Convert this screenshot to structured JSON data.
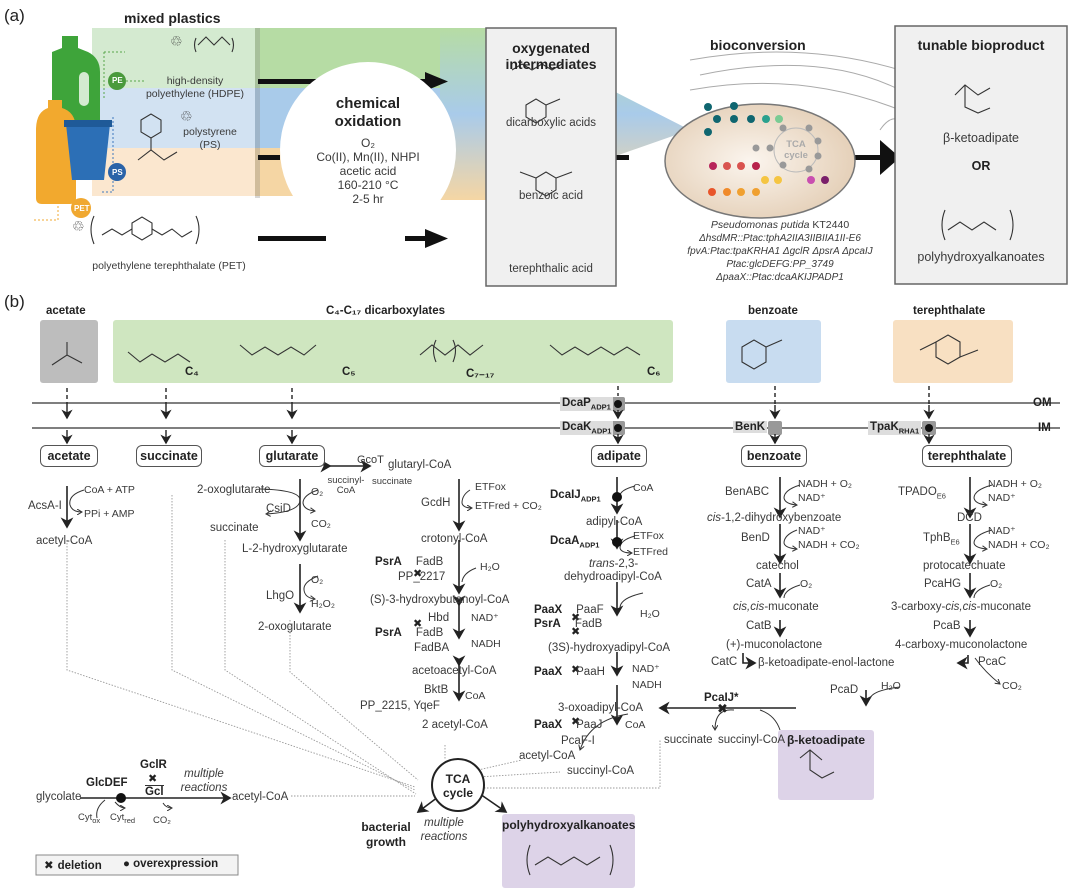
{
  "panel_a": {
    "label": "(a)",
    "mixed_plastics": {
      "title": "mixed plastics",
      "plastics": [
        {
          "badge": "PE",
          "recycle_code": "2",
          "name_line1": "high-density",
          "name_line2": "polyethylene (HDPE)",
          "color": "#4a9a3c"
        },
        {
          "badge": "PS",
          "recycle_code": "6",
          "name_line1": "polystyrene",
          "name_line2": "(PS)",
          "color": "#2a63a8"
        },
        {
          "badge": "PET",
          "recycle_code": "1",
          "name_line1": "polyethylene terephthalate (PET)",
          "name_line2": "",
          "color": "#f0a830"
        }
      ]
    },
    "chemical_oxidation": {
      "title_line1": "chemical",
      "title_line2": "oxidation",
      "conditions": [
        "O₂",
        "Co(II), Mn(II), NHPI",
        "acetic acid",
        "160-210 °C",
        "2-5 hr"
      ]
    },
    "oxygenated_intermediates": {
      "title_line1": "oxygenated",
      "title_line2": "intermediates",
      "items": [
        "dicarboxylic acids",
        "benzoic acid",
        "terephthalic acid"
      ]
    },
    "bioconversion": {
      "title": "bioconversion",
      "tca_label_line1": "TCA",
      "tca_label_line2": "cycle",
      "strain_line1_italic": "Pseudomonas putida",
      "strain_line1_rest": " KT2440",
      "strain_lines": [
        "ΔhsdMR::Ptac:tphA2IIA3IIBIIA1II-E6",
        "fpvA:Ptac:tpaKRHA1 ΔgclR ΔpsrA ΔpcaIJ",
        "Ptac:glcDEFG:PP_3749",
        "ΔpaaX::Ptac:dcaAKIJPADP1"
      ]
    },
    "tunable_bioproduct": {
      "title": "tunable bioproduct",
      "product1": "β-ketoadipate",
      "or": "OR",
      "product2": "polyhydroxyalkanoates"
    },
    "colors": {
      "green": "#b6dca4",
      "blue": "#a9cbea",
      "orange": "#f5d6a4",
      "cell": "#ead9c6"
    }
  },
  "panel_b": {
    "label": "(b)",
    "substrates": {
      "acetate": "acetate",
      "dicarboxylates": "C₄-C₁₇ dicarboxylates",
      "benzoate": "benzoate",
      "terephthalate": "terephthalate",
      "c4": "C₄",
      "c5": "C₅",
      "c717": "C₇₋₁₇",
      "c6": "C₆"
    },
    "membranes": {
      "om": "OM",
      "im": "IM"
    },
    "transporters": {
      "dcap": "DcaP",
      "dcap_sub": "ADP1",
      "dcak": "DcaK",
      "dcak_sub": "ADP1",
      "benk": "BenK",
      "tpak": "TpaK",
      "tpak_sub": "RHA1"
    },
    "intracellular": [
      "acetate",
      "succinate",
      "glutarate",
      "adipate",
      "benzoate",
      "terephthalate"
    ],
    "acetate_path": {
      "enzyme": "AcsA-I",
      "in": "CoA + ATP",
      "out": "PPi + AMP",
      "product": "acetyl-CoA"
    },
    "glutarate_path": {
      "gcot": "GcoT",
      "succinyl_coa": "succinyl-",
      "succinyl_coa2": "CoA",
      "succinate": "succinate",
      "glutaryl_coa": "glutaryl-CoA",
      "oxoglutarate_in": "2-oxoglutarate",
      "csid": "CsiD",
      "o2": "O₂",
      "co2": "CO₂",
      "succinate_out": "succinate",
      "l2hg": "L-2-hydroxyglutarate",
      "lhgo": "LhgO",
      "h2o2": "H₂O₂",
      "oxoglutarate_out": "2-oxoglutarate",
      "gcdh": "GcdH",
      "etf_ox": "ETFox",
      "etf_red": "ETFred + CO₂",
      "crotonyl": "crotonyl-CoA",
      "psra": "PsrA",
      "fadb": "FadB",
      "pp2217": "PP_2217",
      "h2o": "H₂O",
      "s3hb": "(S)-3-hydroxybutanoyl-CoA",
      "hbd": "Hbd",
      "nad": "NAD⁺",
      "nadh": "NADH",
      "fadba": "FadBA",
      "acetoacetyl": "acetoacetyl-CoA",
      "bktb": "BktB",
      "pp2215": "PP_2215, YqeF",
      "coa": "CoA",
      "two_acetyl": "2 acetyl-CoA"
    },
    "adipate_path": {
      "dcaij": "DcaIJ",
      "dcaa": "DcaA",
      "sub": "ADP1",
      "coa": "CoA",
      "adipyl": "adipyl-CoA",
      "etf_ox": "ETFox",
      "etf_red": "ETFred",
      "trans1": "trans",
      "trans2": "-2,3-",
      "dehydro": "dehydroadipyl-CoA",
      "paax": "PaaX",
      "paaf": "PaaF",
      "psra": "PsrA",
      "fadb": "FadB",
      "h2o": "H₂O",
      "hydroxyadipyl": "(3S)-hydroxyadipyl-CoA",
      "paah": "PaaH",
      "nad": "NAD⁺",
      "nadh": "NADH",
      "oxoadipyl": "3-oxoadipyl-CoA",
      "paaj": "PaaJ",
      "pcafi": "PcaF-I",
      "acetyl": "acetyl-CoA",
      "succinyl": "succinyl-CoA"
    },
    "benzoate_path": {
      "benabc": "BenABC",
      "nadh_o2": "NADH + O₂",
      "nad": "NAD⁺",
      "dihydroxy_it": "cis",
      "dihydroxy": "-1,2-dihydroxybenzoate",
      "bend": "BenD",
      "nadh_co2": "NADH + CO₂",
      "catechol": "catechol",
      "cata": "CatA",
      "o2": "O₂",
      "muconate_it": "cis,cis",
      "muconate": "-muconate",
      "catb": "CatB",
      "muconolactone": "(+)-muconolactone",
      "catc": "CatC",
      "enol_lactone": "β-ketoadipate-enol-lactone"
    },
    "terephthalate_path": {
      "tpado": "TPADO",
      "tpado_sub": "E6",
      "nadh_o2": "NADH + O₂",
      "nad": "NAD⁺",
      "dcd": "DCD",
      "tphb": "TphB",
      "tphb_sub": "E6",
      "nadh_co2": "NADH + CO₂",
      "protocatechuate": "protocatechuate",
      "pcahg": "PcaHG",
      "o2": "O₂",
      "carboxy_muconate_a": "3-carboxy-",
      "carboxy_muconate_it": "cis,cis",
      "carboxy_muconate_b": "-muconate",
      "pcab": "PcaB",
      "carboxy_lactone": "4-carboxy-muconolactone",
      "pcac": "PcaC",
      "co2": "CO₂",
      "pcad": "PcaD",
      "h2o": "H₂O"
    },
    "pcaij": {
      "label": "PcaIJ*",
      "succinate": "succinate",
      "succinyl": "succinyl-CoA"
    },
    "glycolate_path": {
      "glycolate": "glycolate",
      "glcdef": "GlcDEF",
      "gclr": "GclR",
      "gcl": "Gcl",
      "multiple1": "multiple",
      "multiple2": "reactions",
      "acetyl": "acetyl-CoA",
      "cyt_ox": "Cyt",
      "cyt_ox_sub": "ox",
      "cyt_red": "Cyt",
      "cyt_red_sub": "red",
      "co2": "CO₂"
    },
    "tca": {
      "line1": "TCA",
      "line2": "cycle"
    },
    "outputs": {
      "growth1": "bacterial",
      "growth2": "growth",
      "multiple1": "multiple",
      "multiple2": "reactions",
      "pha": "polyhydroxyalkanoates",
      "bka": "β-ketoadipate"
    },
    "legend": {
      "deletion": "deletion",
      "overexpression": "overexpression"
    },
    "colors": {
      "acetate_box": "#bdbdbd",
      "dicarb_box": "#cfe6c0",
      "benzoate_box": "#c8dcf0",
      "tereph_box": "#f8e0c2",
      "product_box": "#ddd3e8"
    }
  }
}
